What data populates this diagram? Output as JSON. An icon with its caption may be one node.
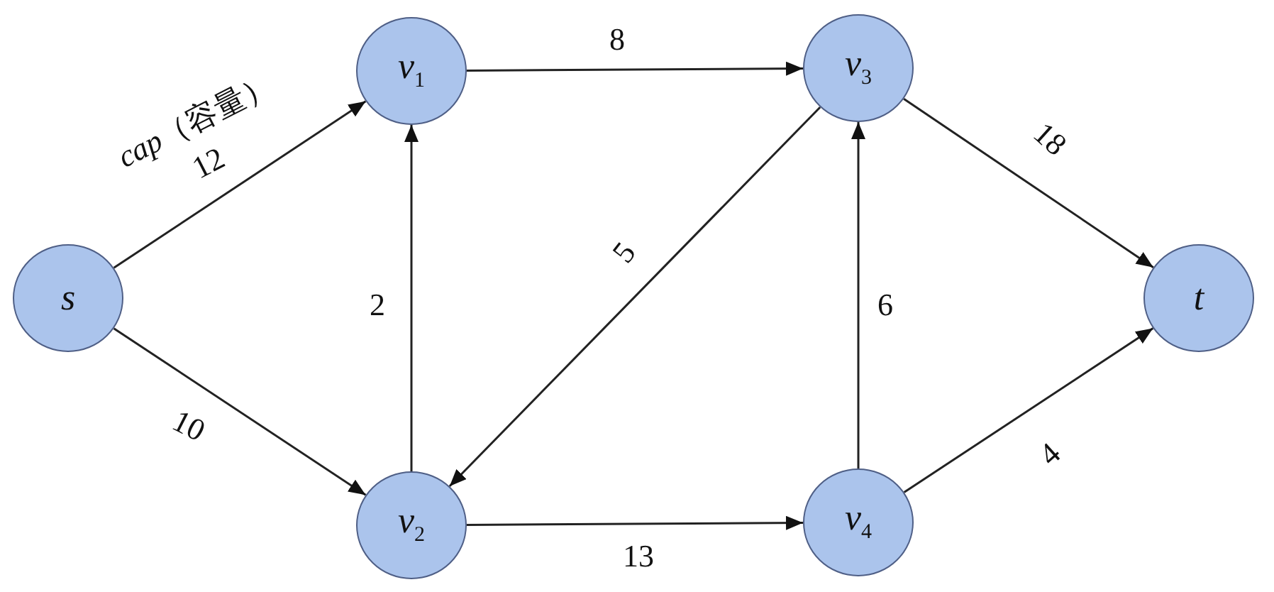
{
  "diagram": {
    "nodes": [
      {
        "text": [
          "s"
        ]
      },
      {
        "text": [
          "v$_{1}$"
        ]
      },
      {
        "text": [
          "v$_{3}$"
        ]
      },
      {
        "text": [
          "t"
        ]
      },
      {
        "text": [
          "v$_{2}$"
        ]
      },
      {
        "text": [
          "v$_{4}$"
        ]
      }
    ],
    "edges": [
      {
        "from": 0,
        "to": 1,
        "arrow": "to",
        "label": "12"
      },
      {
        "from": 0,
        "to": 4,
        "arrow": "to",
        "label": "10"
      },
      {
        "from": 1,
        "to": 2,
        "arrow": "to",
        "label": "8"
      },
      {
        "from": 2,
        "to": 3,
        "arrow": "to",
        "label": "18"
      },
      {
        "from": 2,
        "to": 4,
        "arrow": "to",
        "label": "5"
      },
      {
        "from": 4,
        "to": 1,
        "arrow": "to",
        "label": "2"
      },
      {
        "from": 5,
        "to": 2,
        "arrow": "to",
        "label": "6"
      },
      {
        "from": 4,
        "to": 5,
        "arrow": "to",
        "label": "13"
      },
      {
        "from": 5,
        "to": 3,
        "arrow": "to",
        "label": "4"
      }
    ],
    "labels": [
      "*cap*（容量）"
    ]
  }
}
